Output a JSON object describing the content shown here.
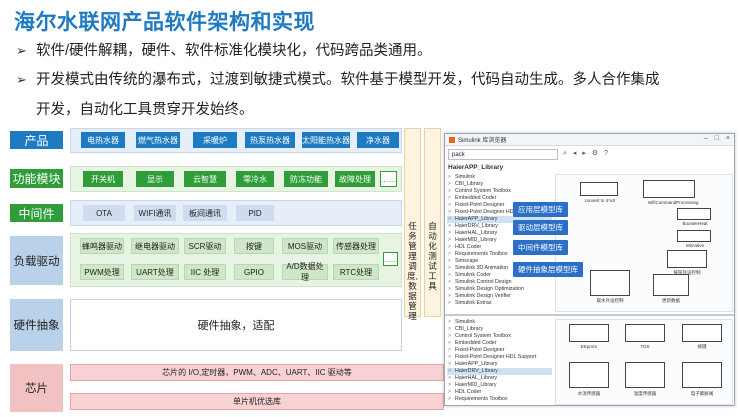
{
  "title": "海尔水联网产品软件架构和实现",
  "bullets": [
    "软件/硬件解耦，硬件、软件标准化模块化，代码跨品类通用。",
    "开发模式由传统的瀑布式，过渡到敏捷式模式。软件基于模型开发，代码自动生成。多人合作集成",
    "开发，自动化工具贯穿开发始终。"
  ],
  "layers": {
    "product": {
      "label": "产品",
      "items": [
        "电热水器",
        "燃气热水器",
        "采暖炉",
        "热泵热水器",
        "太阳能热水器",
        "净水器"
      ]
    },
    "function": {
      "label": "功能模块",
      "items": [
        "开关机",
        "显示",
        "云智慧",
        "零冷水",
        "防冻功能",
        "故障处理",
        "……"
      ]
    },
    "middleware": {
      "label": "中间件",
      "items": [
        "OTA",
        "WIFI通讯",
        "板间通讯",
        "PID"
      ]
    },
    "drivers": {
      "label": "负载驱动",
      "row1": [
        "蜂鸣器驱动",
        "继电器驱动",
        "SCR驱动",
        "按键",
        "MOS驱动",
        "传感器处理"
      ],
      "row2": [
        "PWM处理",
        "UART处理",
        "IIC 处理",
        "GPIO",
        "A/D数据处理",
        "RTC处理"
      ],
      "dots": "……"
    },
    "hw_abstraction": {
      "label": "硬件抽象",
      "content": "硬件抽象，适配"
    },
    "chip": {
      "label": "芯片",
      "row1": "芯片的 I/O,定时器，PWM、ADC、UART、IIC 驱动等",
      "row2": "单片机优选库"
    }
  },
  "side_columns": {
    "task": "任务管理调度,数据管理",
    "auto": "自动化测试工具"
  },
  "simulink": {
    "window_title": "Simulink 库浏览器",
    "search_value": "pack",
    "library_header": "HaierAPP_Library",
    "tree_top": [
      "Simulink",
      "CBI_Library",
      "Control System Toolbox",
      "Embedded Coder",
      "Fixed-Point Designer",
      "Fixed-Point Designer HDL Support",
      "HaierAPP_Library",
      "HaierDRV_Library",
      "HaierHAL_Library",
      "HaierMID_Library",
      "HDL Coder",
      "Requirements Toolbox",
      "Simscape",
      "Simulink 3D Animation",
      "Simulink Coder",
      "Simulink Control Design",
      "Simulink Design Optimization",
      "Simulink Design Verifier",
      "Simulink Extras"
    ],
    "tree_bottom": [
      "Simulink",
      "CBI_Library",
      "Control System Toolbox",
      "Embedded Coder",
      "Fixed-Point Designer",
      "Fixed-Point Designer HDL Support",
      "HaierAPP_Library",
      "HaierDRV_Library",
      "HaierHAL_Library",
      "HaierMID_Library",
      "HDL Coder",
      "Requirements Toolbox"
    ],
    "tooltips": [
      "应用层模型库",
      "驱动层模型库",
      "中间件模型库",
      "硬件抽象层模型库"
    ],
    "block_captions_top": [
      "convert to 4*uS",
      "WifiCommandProcessing",
      "BoosterHeat",
      "MixValve",
      "按钮外设控制",
      "取水外设控制",
      "更新数据"
    ],
    "block_captions_bottom": [
      "EEprom",
      "TDS",
      "按键",
      "水流传感器",
      "温度传感器",
      "电子膨胀阀"
    ]
  }
}
